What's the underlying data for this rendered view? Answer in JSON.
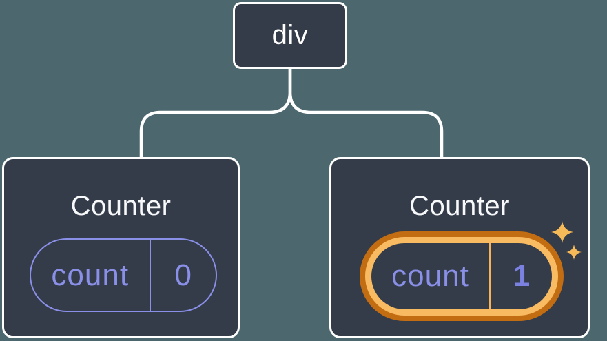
{
  "diagram": {
    "root_node": {
      "label": "div"
    },
    "children": [
      {
        "title": "Counter",
        "state": {
          "key": "count",
          "value": "0"
        },
        "highlighted": false
      },
      {
        "title": "Counter",
        "state": {
          "key": "count",
          "value": "1"
        },
        "highlighted": true
      }
    ],
    "icons": {
      "highlight_large": "sparkle-icon",
      "highlight_small": "sparkle-icon"
    },
    "colors": {
      "page_background": "#4C686E",
      "node_background": "#343B49",
      "node_border": "#FFFFFF",
      "connector": "#FFFFFF",
      "title_text": "#F8F9FA",
      "state_purple": "#8A90E8",
      "state_value_bold_purple": "#7A81E0",
      "highlight_orange_dark": "#C26D12",
      "highlight_orange_light": "#F9BB62",
      "highlight_divider": "#F6B358",
      "sparkle": "#F7BA58"
    }
  }
}
